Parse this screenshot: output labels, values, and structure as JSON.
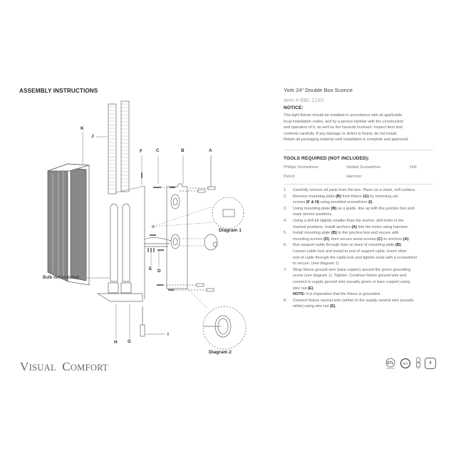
{
  "header": {
    "section_title": "ASSEMBLY INSTRUCTIONS",
    "product_title": "York 24\" Double Box Sconce",
    "item_number": "Item # BBL 2183"
  },
  "notice": {
    "title": "NOTICE:",
    "lines": [
      "This light fixture should be installed in accordance with all applicable,",
      "local installation codes, and by a person familiar with the construction",
      "and operation of it, as well as the hazards involved. Inspect item and",
      "contents carefully. If any damage or defect is found, do not install.",
      "Retain all packaging material until installation is complete and approved."
    ]
  },
  "tools": {
    "title": "TOOLS REQUIRED (NOT INCLUDED):",
    "items": [
      "Phillips Screwdriver",
      "Slotted Screwdriver",
      "Drill",
      "Pencil",
      "Hammer"
    ]
  },
  "steps": [
    {
      "num": "1.",
      "html": "Carefully remove all parts from the box. Place on a clean, soft surface."
    },
    {
      "num": "2.",
      "html": "Remove mounting plate <b>(B)</b> from fixture <b>(G)</b> by removing set<br>screws <b>(F &amp; H)</b> using provided screwdriver <b>(I)</b>."
    },
    {
      "num": "3.",
      "html": "Using mounting plate <b>(B)</b> as a guide, line up with the junction box and<br>mark anchor positions."
    },
    {
      "num": "4.",
      "html": "Using a drill bit slightly smaller than the anchor, drill holes in the<br>marked positions. Install anchors <b>(A)</b> into the holes using hammer."
    },
    {
      "num": "5.",
      "html": "Install mounting plate <b>(B)</b> to the junction box and secure with<br>mounting screws <b>(D)</b>, then secure wood screws <b>(C)</b> to anchors <b>(A)</b>."
    },
    {
      "num": "6.",
      "html": "Run support cable through hole on back of mounting plate <b>(B)</b>.<br>Loosen cable lock and install to end of support cable. Insert other<br>end of cable through the cable lock and tighten ends with a screwdriver<br>to secure. (see diagram 1)"
    },
    {
      "num": "7.",
      "html": "Wrap fixture ground wire (bare copper) around the green grounding<br>screw (see diagram 1). Tighten. Continue fixture ground wire and<br>connect to supply ground wire (usually green or bare copper) using<br>wire nut <b>(E)</b>.<br><b>NOTE:</b> It is imperative that the fixture is grounded."
    },
    {
      "num": "8.",
      "html": "Connect fixture neutral wire (white) to the supply neutral wire (usually<br>white) using wire nut <b>(E)</b>."
    }
  ],
  "diagram": {
    "part_labels": {
      "A": "A",
      "B": "B",
      "C": "C",
      "D": "D",
      "E": "E",
      "F": "F",
      "G": "G",
      "H": "H",
      "I": "I",
      "J": "J",
      "K": "K"
    },
    "bulb_note": "Bulb not included",
    "diagram1_label": "Diagram 1",
    "diagram2_label": "Diagram 2"
  },
  "footer": {
    "brand_cap1": "V",
    "brand_rest1": "ISUAL",
    "brand_cap2": "C",
    "brand_rest2": "OMFORT",
    "cert_icons": [
      "etl-listed-icon",
      "wet-rated-icon",
      "bulb-type-icon",
      "bulb-count-icon"
    ],
    "wet_label": "WET",
    "bulb_count": "4"
  },
  "colors": {
    "text_dark": "#2a2a2a",
    "text_body": "#666666",
    "rule": "#dddddd",
    "diagram_stroke": "#555555"
  }
}
